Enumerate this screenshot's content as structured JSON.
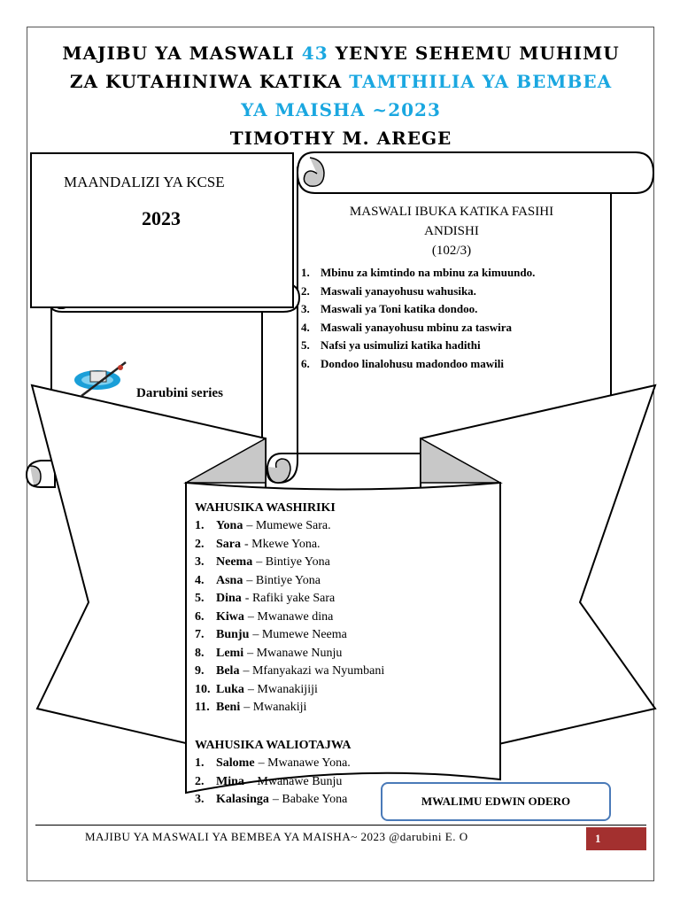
{
  "title": {
    "line1_a": "MAJIBU YA MASWALI",
    "line1_num": "43",
    "line1_b": "YENYE SEHEMU MUHIMU",
    "line2_a": "ZA KUTAHINIWA KATIKA",
    "line2_accent": "TAMTHILIA YA BEMBEA",
    "line3_accent": "YA MAISHA ~2023",
    "author": "TIMOTHY M. AREGE"
  },
  "kcse": {
    "label": "MAANDALIZI YA KCSE",
    "year": "2023"
  },
  "brand": {
    "label": "Darubini series",
    "logo_icon": "globe-with-books-icon"
  },
  "questions": {
    "heading_line1": "MASWALI IBUKA KATIKA FASIHI",
    "heading_line2": "ANDISHI",
    "code": "(102/3)",
    "items": [
      {
        "num": "1.",
        "text": "Mbinu za kimtindo na mbinu za kimuundo."
      },
      {
        "num": "2.",
        "text": "Maswali yanayohusu wahusika."
      },
      {
        "num": "3.",
        "text": "Maswali ya Toni katika dondoo."
      },
      {
        "num": "4.",
        "text": "Maswali yanayohusu mbinu za taswira"
      },
      {
        "num": "5.",
        "text": "Nafsi ya usimulizi katika hadithi"
      },
      {
        "num": "6.",
        "text": "Dondoo linalohusu madondoo mawili"
      }
    ]
  },
  "characters": {
    "main_heading": "WAHUSIKA WASHIRIKI",
    "main": [
      {
        "num": "1.",
        "name": "Yona",
        "desc": "– Mumewe Sara."
      },
      {
        "num": "2.",
        "name": "Sara",
        "desc": "- Mkewe Yona."
      },
      {
        "num": "3.",
        "name": "Neema",
        "desc": "– Bintiye Yona"
      },
      {
        "num": "4.",
        "name": "Asna",
        "desc": "– Bintiye Yona"
      },
      {
        "num": "5.",
        "name": "Dina",
        "desc": "- Rafiki yake Sara"
      },
      {
        "num": "6.",
        "name": "Kiwa",
        "desc": "– Mwanawe dina"
      },
      {
        "num": "7.",
        "name": "Bunju",
        "desc": "– Mumewe Neema"
      },
      {
        "num": "8.",
        "name": "Lemi",
        "desc": "– Mwanawe Nunju"
      },
      {
        "num": "9.",
        "name": "Bela",
        "desc": "– Mfanyakazi wa Nyumbani"
      },
      {
        "num": "10.",
        "name": "Luka",
        "desc": "– Mwanakijiji"
      },
      {
        "num": "11.",
        "name": "Beni",
        "desc": "– Mwanakiji"
      }
    ],
    "mentioned_heading": "WAHUSIKA WALIOTAJWA",
    "mentioned": [
      {
        "num": "1.",
        "name": "Salome",
        "desc": "– Mwanawe Yona."
      },
      {
        "num": "2.",
        "name": "Mina",
        "desc": "– Mwanawe Bunju"
      },
      {
        "num": "3.",
        "name": "Kalasinga",
        "desc": "– Babake Yona"
      }
    ]
  },
  "teacher": "MWALIMU EDWIN ODERO",
  "footer": {
    "text": "MAJIBU YA MASWALI YA BEMBEA YA MAISHA~ 2023 @darubini E. O",
    "page": "1"
  },
  "colors": {
    "accent": "#1aa7e0",
    "page_badge": "#a3302f",
    "teacher_border": "#4a7ab8",
    "scroll_shade": "#c8c8c8"
  }
}
